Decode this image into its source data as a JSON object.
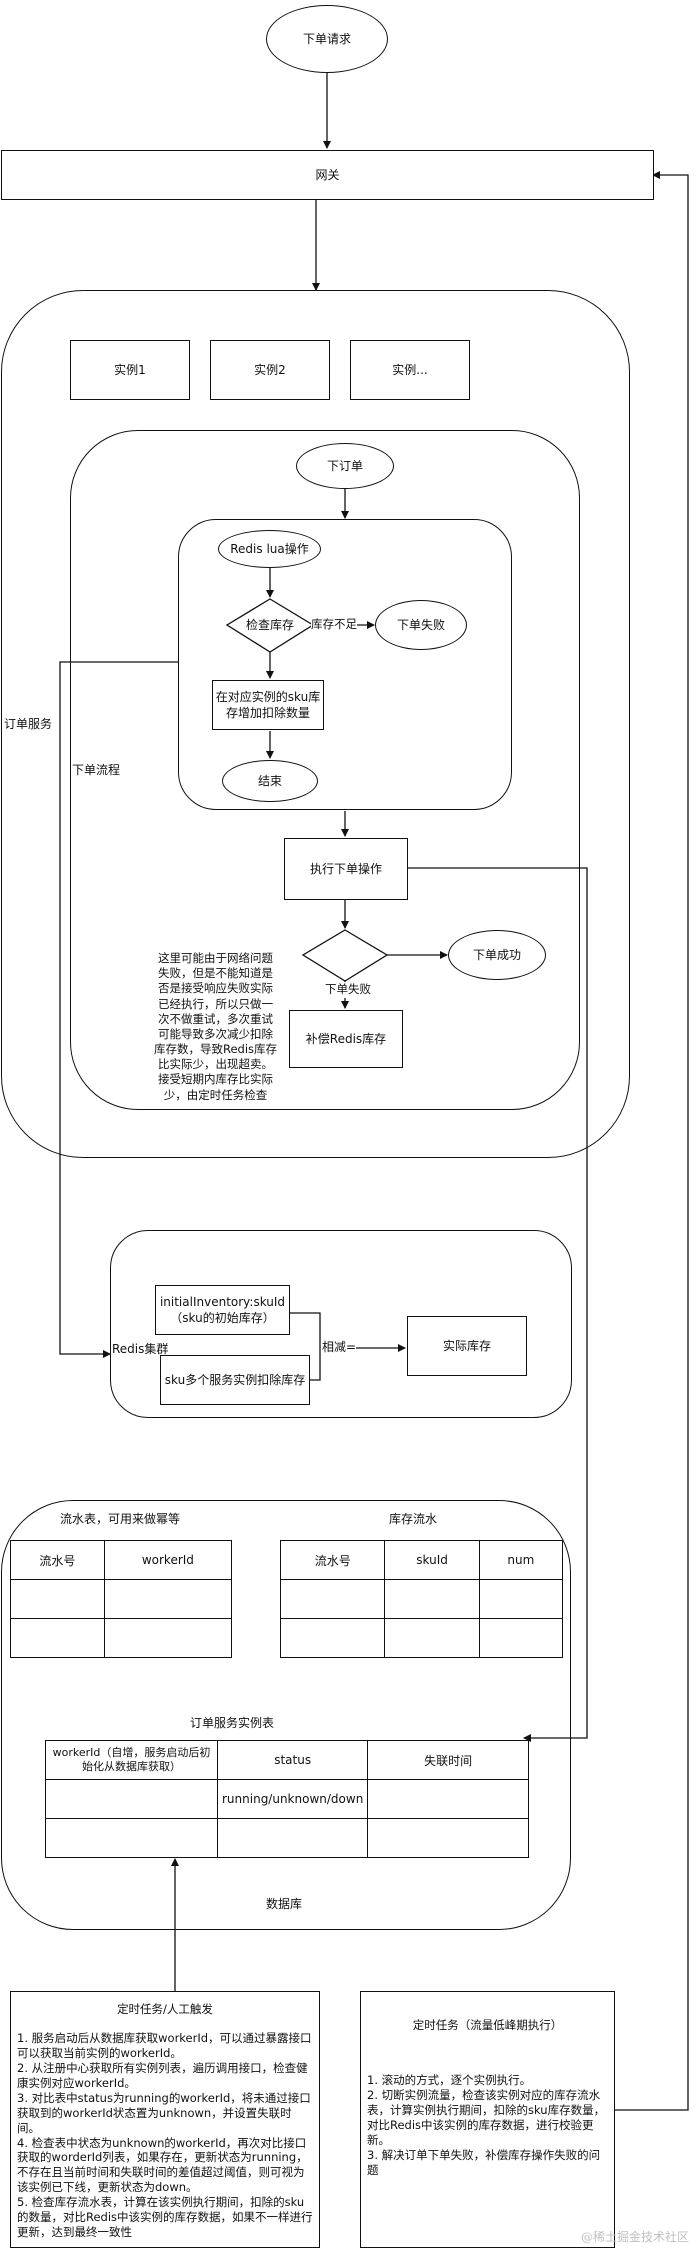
{
  "nodes": {
    "order_request": "下单请求",
    "gateway": "网关",
    "order_service": "订单服务",
    "instance_1": "实例1",
    "instance_2": "实例2",
    "instance_more": "实例...",
    "place_order": "下订单",
    "order_flow": "下单流程",
    "redis_lua": "Redis lua操作",
    "check_stock": "检查库存",
    "stock_insufficient": "库存不足",
    "order_failed": "下单失败",
    "deduct_line1": "在对应实例的sku库",
    "deduct_line2": "存增加扣除数量",
    "end": "结束",
    "execute_order": "执行下单操作",
    "order_success": "下单成功",
    "order_fail_branch": "下单失败",
    "compensate_redis": "补偿Redis库存",
    "redis_cluster": "Redis集群",
    "initial_inventory_line1": "initialInventory:skuId",
    "initial_inventory_line2": "（sku的初始库存）",
    "sku_deductions": "sku多个服务实例扣除库存",
    "subtract_equals": "相减=",
    "actual_stock": "实际库存",
    "database": "数据库"
  },
  "network_note": [
    "这里可能由于网络问题",
    "失败，但是不能知道是",
    "否是接受响应失败实际",
    "已经执行，所以只做一",
    "次不做重试，多次重试",
    "可能导致多次减少扣除",
    "库存数，导致Redis库存",
    "比实际少，出现超卖。",
    "接受短期内库存比实际",
    "少，由定时任务检查"
  ],
  "tables": {
    "flow_table": {
      "title": "流水表，可用来做幂等",
      "headers": [
        "流水号",
        "workerId"
      ],
      "rows": [
        [
          "",
          ""
        ],
        [
          "",
          ""
        ]
      ]
    },
    "stock_flow_table": {
      "title": "库存流水",
      "headers": [
        "流水号",
        "skuId",
        "num"
      ],
      "rows": [
        [
          "",
          "",
          ""
        ],
        [
          "",
          "",
          ""
        ]
      ]
    },
    "instance_table": {
      "title": "订单服务实例表",
      "headers": [
        "workerId（自增，服务启动后初始化从数据库获取）",
        "status",
        "失联时间"
      ],
      "rows": [
        [
          "",
          "running/unknown/down",
          ""
        ],
        [
          "",
          "",
          ""
        ]
      ]
    }
  },
  "task_left": {
    "title": "定时任务/人工触发",
    "body": "1. 服务启动后从数据库获取workerId，可以通过暴露接口可以获取当前实例的workerId。\n2. 从注册中心获取所有实例列表，遍历调用接口，检查健康实例对应workerId。\n3. 对比表中status为running的workerId，将未通过接口获取到的workerId状态置为unknown，并设置失联时间。\n4. 检查表中状态为unknown的workerId，再次对比接口获取的worderId列表，如果存在，更新状态为running，不存在且当前时间和失联时间的差值超过阈值，则可视为该实例已下线，更新状态为down。\n5. 检查库存流水表，计算在该实例执行期间，扣除的sku的数量，对比Redis中该实例的库存数据，如果不一样进行更新，达到最终一致性"
  },
  "task_right": {
    "title": "定时任务（流量低峰期执行）",
    "body": "1. 滚动的方式，逐个实例执行。\n2. 切断实例流量，检查该实例对应的库存流水表，计算实例执行期间，扣除的sku库存数量，对比Redis中该实例的库存数据，进行校验更新。\n3. 解决订单下单失败，补偿库存操作失败的问题"
  },
  "watermark": "@稀土掘金技术社区"
}
